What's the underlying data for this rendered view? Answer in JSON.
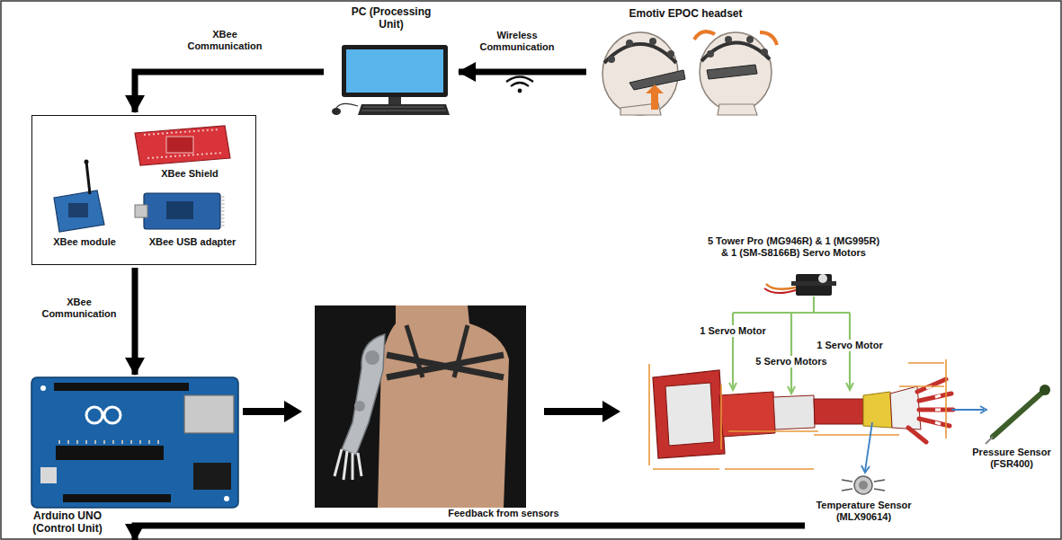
{
  "diagram": {
    "nodes": [
      {
        "text": [
          "Emotiv EPOC headset"
        ]
      },
      {
        "text": [
          "PC (Processing Unit)"
        ]
      },
      {
        "text": [
          "XBee Shield",
          "XBee USB adapter",
          "XBee module"
        ]
      },
      {
        "text": [
          "Arduino UNO (Control Unit)"
        ]
      },
      {
        "text": [
          "5 Tower Pro (MG946R) & 1 (MG995R) & 1 (SM-S8166B) Servo Motors"
        ]
      },
      {
        "text": [
          "Temperature Sensor (MLX90614)"
        ]
      },
      {
        "text": [
          "Pressure Sensor (FSR400)"
        ]
      }
    ],
    "edges": [
      {
        "from": 0,
        "to": 1,
        "arrow": "to",
        "label": "Wireless Communication"
      },
      {
        "from": 1,
        "to": 2,
        "arrow": "to",
        "label": "XBee Communication"
      },
      {
        "from": 2,
        "to": 3,
        "arrow": "to",
        "label": "XBee Communication"
      },
      {
        "from": 5,
        "to": 3,
        "arrow": "to",
        "label": "Feedback from sensors"
      }
    ],
    "labels": [
      "1 Servo Motor",
      "5 Servo Motors",
      "1 Servo Motor"
    ]
  }
}
